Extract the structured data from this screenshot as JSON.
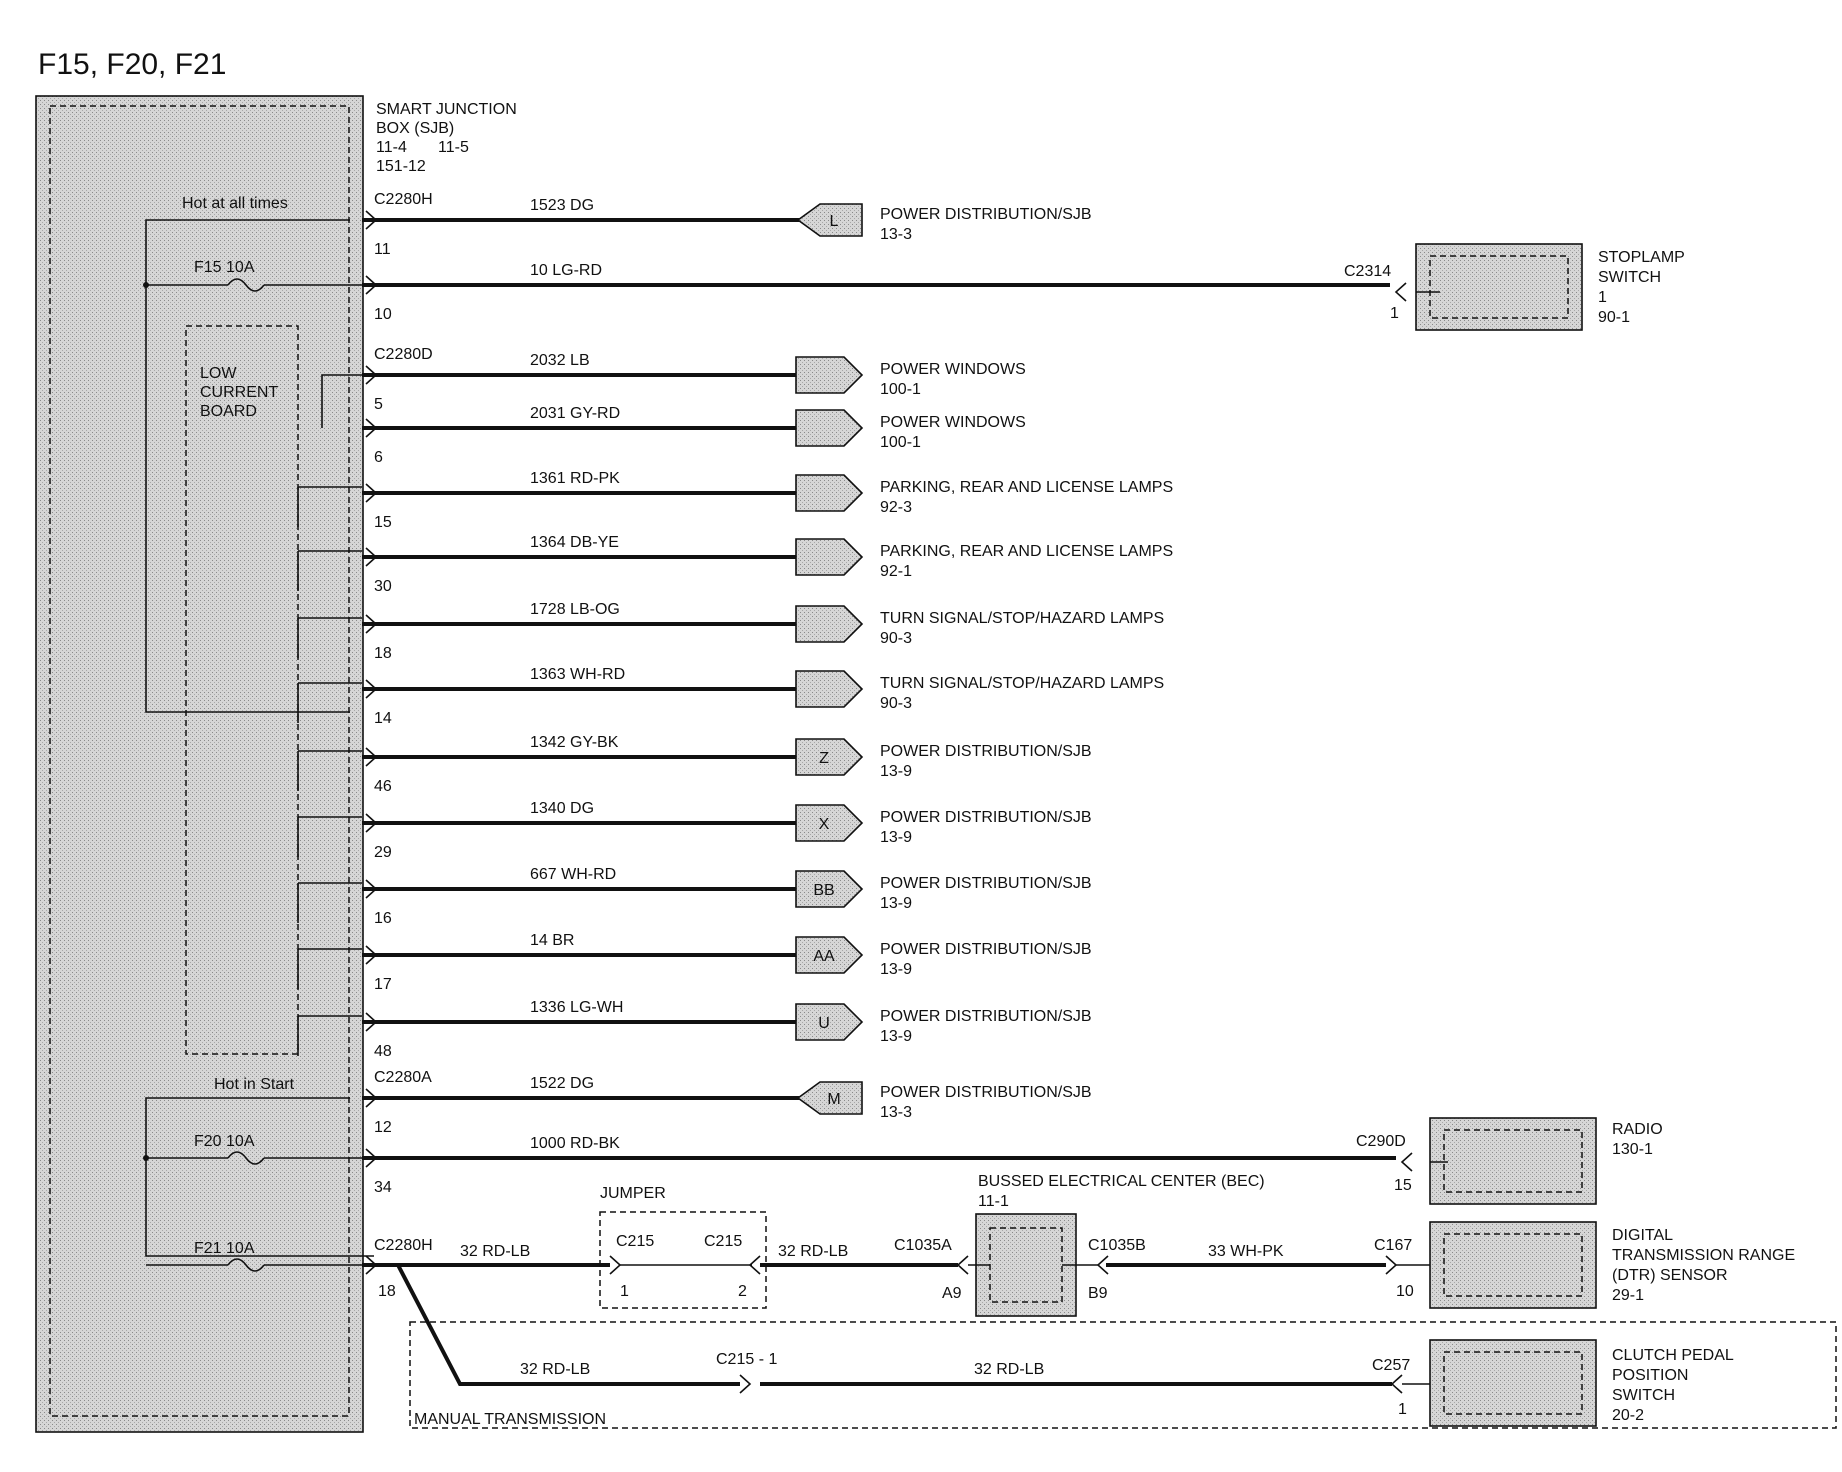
{
  "page_title": "F15, F20, F21",
  "colors": {
    "shade": "#cfcfcf",
    "line": "#111111",
    "background": "#ffffff"
  },
  "sjb": {
    "name_line1": "SMART  JUNCTION",
    "name_line2": "BOX (SJB)",
    "ref_a": "11-4",
    "ref_b": "11-5",
    "ref_c": "151-12",
    "hot_at_all_times": "Hot at all times",
    "hot_in_start": "Hot in Start",
    "low_current_line1": "LOW",
    "low_current_line2": "CURRENT",
    "low_current_line3": "BOARD",
    "fuses": [
      {
        "label": "F15   10A"
      },
      {
        "label": "F20   10A"
      },
      {
        "label": "F21   10A"
      }
    ]
  },
  "wires": [
    {
      "connector": "C2280H",
      "pin": "11",
      "circuit": "1523   DG",
      "dest_code": "L",
      "dest_name": "POWER DISTRIBUTION/SJB",
      "dest_page": "13-3"
    },
    {
      "connector": "",
      "pin": "10",
      "circuit": "10   LG-RD",
      "dest_code": "",
      "dest_name": "",
      "dest_page": ""
    },
    {
      "connector": "C2280D",
      "pin": "5",
      "circuit": "2032      LB",
      "dest_code": "",
      "dest_name": "POWER WINDOWS",
      "dest_page": "100-1"
    },
    {
      "connector": "",
      "pin": "6",
      "circuit": "2031     GY-RD",
      "dest_code": "",
      "dest_name": "POWER WINDOWS",
      "dest_page": "100-1"
    },
    {
      "connector": "",
      "pin": "15",
      "circuit": "1361     RD-PK",
      "dest_code": "",
      "dest_name": "PARKING, REAR AND LICENSE LAMPS",
      "dest_page": "92-3"
    },
    {
      "connector": "",
      "pin": "30",
      "circuit": "1364     DB-YE",
      "dest_code": "",
      "dest_name": "PARKING, REAR AND LICENSE LAMPS",
      "dest_page": "92-1"
    },
    {
      "connector": "",
      "pin": "18",
      "circuit": "1728     LB-OG",
      "dest_code": "",
      "dest_name": "TURN SIGNAL/STOP/HAZARD LAMPS",
      "dest_page": "90-3"
    },
    {
      "connector": "",
      "pin": "14",
      "circuit": "1363     WH-RD",
      "dest_code": "",
      "dest_name": "TURN SIGNAL/STOP/HAZARD LAMPS",
      "dest_page": "90-3"
    },
    {
      "connector": "",
      "pin": "46",
      "circuit": "1342     GY-BK",
      "dest_code": "Z",
      "dest_name": "POWER DISTRIBUTION/SJB",
      "dest_page": "13-9"
    },
    {
      "connector": "",
      "pin": "29",
      "circuit": "1340      DG",
      "dest_code": "X",
      "dest_name": "POWER DISTRIBUTION/SJB",
      "dest_page": "13-9"
    },
    {
      "connector": "",
      "pin": "16",
      "circuit": "667    WH-RD",
      "dest_code": "BB",
      "dest_name": "POWER DISTRIBUTION/SJB",
      "dest_page": "13-9"
    },
    {
      "connector": "",
      "pin": "17",
      "circuit": "14   BR",
      "dest_code": "AA",
      "dest_name": "POWER DISTRIBUTION/SJB",
      "dest_page": "13-9"
    },
    {
      "connector": "",
      "pin": "48",
      "circuit": "1336     LG-WH",
      "dest_code": "U",
      "dest_name": "POWER DISTRIBUTION/SJB",
      "dest_page": "13-9"
    },
    {
      "connector": "C2280A",
      "pin": "12",
      "circuit": "1522      DG",
      "dest_code": "M",
      "dest_name": "POWER DISTRIBUTION/SJB",
      "dest_page": "13-3"
    },
    {
      "connector": "",
      "pin": "34",
      "circuit": "1000     RD-BK",
      "dest_code": "",
      "dest_name": "",
      "dest_page": ""
    }
  ],
  "stoplamp": {
    "connector": "C2314",
    "pin": "1",
    "name_line1": "STOPLAMP",
    "name_line2": "SWITCH",
    "name_line3": "1",
    "page": "90-1"
  },
  "radio": {
    "connector": "C290D",
    "pin": "15",
    "name": "RADIO",
    "page": "130-1"
  },
  "f21": {
    "connector": "C2280H",
    "pin": "18",
    "circuit_a": "32   RD-LB",
    "jumper_label": "JUMPER",
    "jumper_conn_left": "C215",
    "jumper_conn_right": "C215",
    "jumper_pin_left": "1",
    "jumper_pin_right": "2",
    "circuit_b": "32   RD-LB",
    "bec_conn_in": "C1035A",
    "bec_pin_in": "A9",
    "bec_name": "BUSSED   ELECTRICAL   CENTER (BEC)",
    "bec_page": "11-1",
    "bec_conn_out": "C1035B",
    "bec_pin_out": "B9",
    "circuit_c": "33   WH-PK",
    "dtr_connector": "C167",
    "dtr_pin": "10",
    "dtr_line1": "DIGITAL",
    "dtr_line2": "TRANSMISSION    RANGE",
    "dtr_line3": "(DTR) SENSOR",
    "dtr_page": "29-1",
    "manual_circuit_a": "32   RD-LB",
    "manual_splice": "C215  -  1",
    "manual_circuit_b": "32   RD-LB",
    "clutch_connector": "C257",
    "clutch_pin": "1",
    "clutch_line1": "CLUTCH PEDAL",
    "clutch_line2": "POSITION",
    "clutch_line3": "SWITCH",
    "clutch_page": "20-2",
    "manual_label": "MANUAL TRANSMISSION"
  }
}
